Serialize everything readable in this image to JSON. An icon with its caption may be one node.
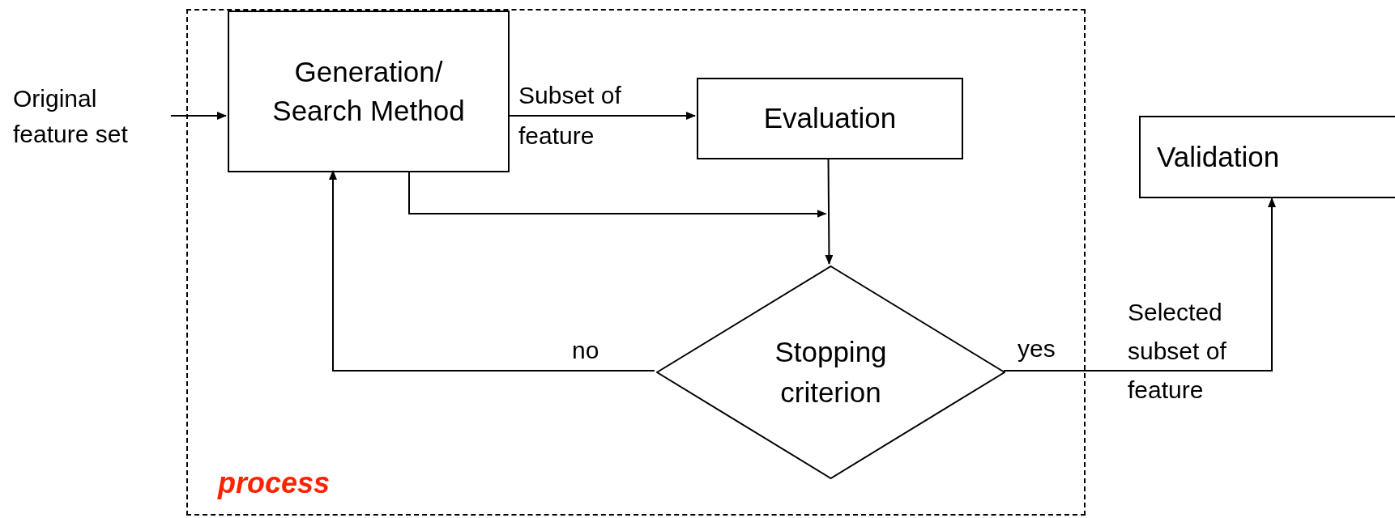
{
  "diagram": {
    "nodes": [
      {
        "text": [
          "process"
        ]
      },
      {
        "text": [
          "Original feature set"
        ]
      },
      {
        "text": [
          "Generation/ Search Method"
        ],
        "in": 0
      },
      {
        "text": [
          "Evaluation"
        ],
        "in": 0
      },
      {
        "text": [
          "Stopping criterion"
        ],
        "in": 0
      },
      {
        "text": [
          "Validation"
        ]
      }
    ],
    "edges": [
      {
        "from": 1,
        "to": 2,
        "arrow": "to"
      },
      {
        "from": 2,
        "to": 3,
        "arrow": "to",
        "label": "Subset of feature"
      },
      {
        "from": 2,
        "to": 4,
        "arrow": "to"
      },
      {
        "from": 3,
        "to": 4,
        "arrow": "to"
      },
      {
        "from": 4,
        "to": 2,
        "arrow": "to",
        "label": "no"
      },
      {
        "from": 4,
        "to": 5,
        "arrow": "to",
        "label": "yes"
      }
    ],
    "labels": [
      "Selected subset of feature"
    ]
  }
}
